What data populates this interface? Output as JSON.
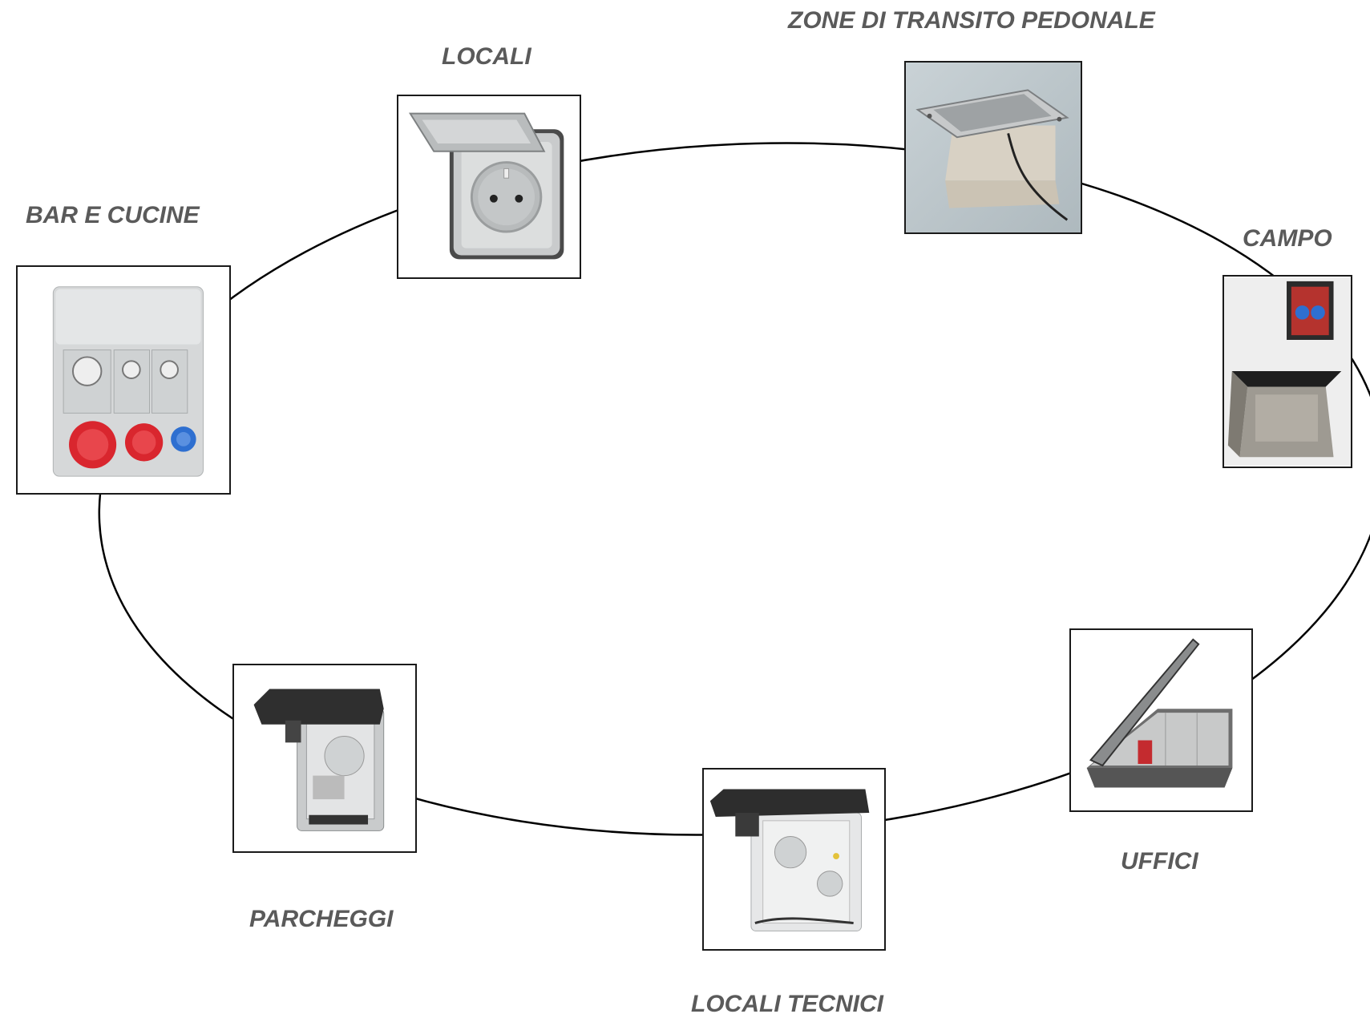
{
  "diagram": {
    "nodes": [
      {
        "id": "locali",
        "label": "LOCALI",
        "icon": "socket-with-flip-lid-icon"
      },
      {
        "id": "zone",
        "label": "ZONE DI TRANSITO PEDONALE",
        "icon": "floor-box-stainless-icon"
      },
      {
        "id": "campo",
        "label": "CAMPO",
        "icon": "field-pit-socket-icon"
      },
      {
        "id": "bar",
        "label": "BAR E CUCINE",
        "icon": "industrial-socket-panel-icon"
      },
      {
        "id": "uffici",
        "label": "UFFICI",
        "icon": "office-floor-box-icon"
      },
      {
        "id": "parcheggi",
        "label": "PARCHEGGI",
        "icon": "weatherproof-socket-icon"
      },
      {
        "id": "tecnici",
        "label": "LOCALI TECNICI",
        "icon": "technical-room-socket-icon"
      }
    ],
    "colors": {
      "label": "#5a5a5a",
      "line": "#000000",
      "frame": "#1a1a1a",
      "red_socket": "#d9262e",
      "blue_socket": "#2e6fd0"
    }
  }
}
